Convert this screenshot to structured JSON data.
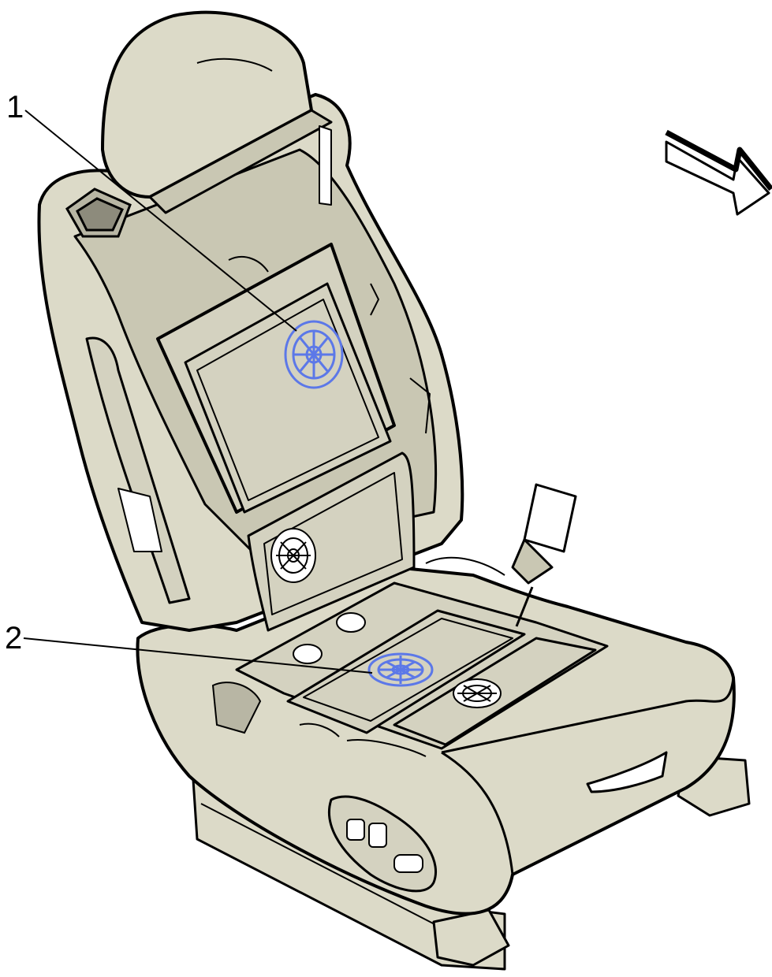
{
  "callouts": [
    {
      "id": "1",
      "label": "1"
    },
    {
      "id": "2",
      "label": "2"
    }
  ],
  "colors": {
    "seat_fill": "#dcdac8",
    "seat_shade": "#c9c7b3",
    "panel_fill": "#d4d2c0",
    "outline": "#000000",
    "highlight_fan": "#5c78e8",
    "arrow_fill": "#ffffff"
  },
  "icons": {
    "direction_arrow": "front-direction-arrow-icon",
    "seatback_fan": "seatback-blower-fan-icon",
    "cushion_fan": "cushion-blower-fan-icon"
  }
}
